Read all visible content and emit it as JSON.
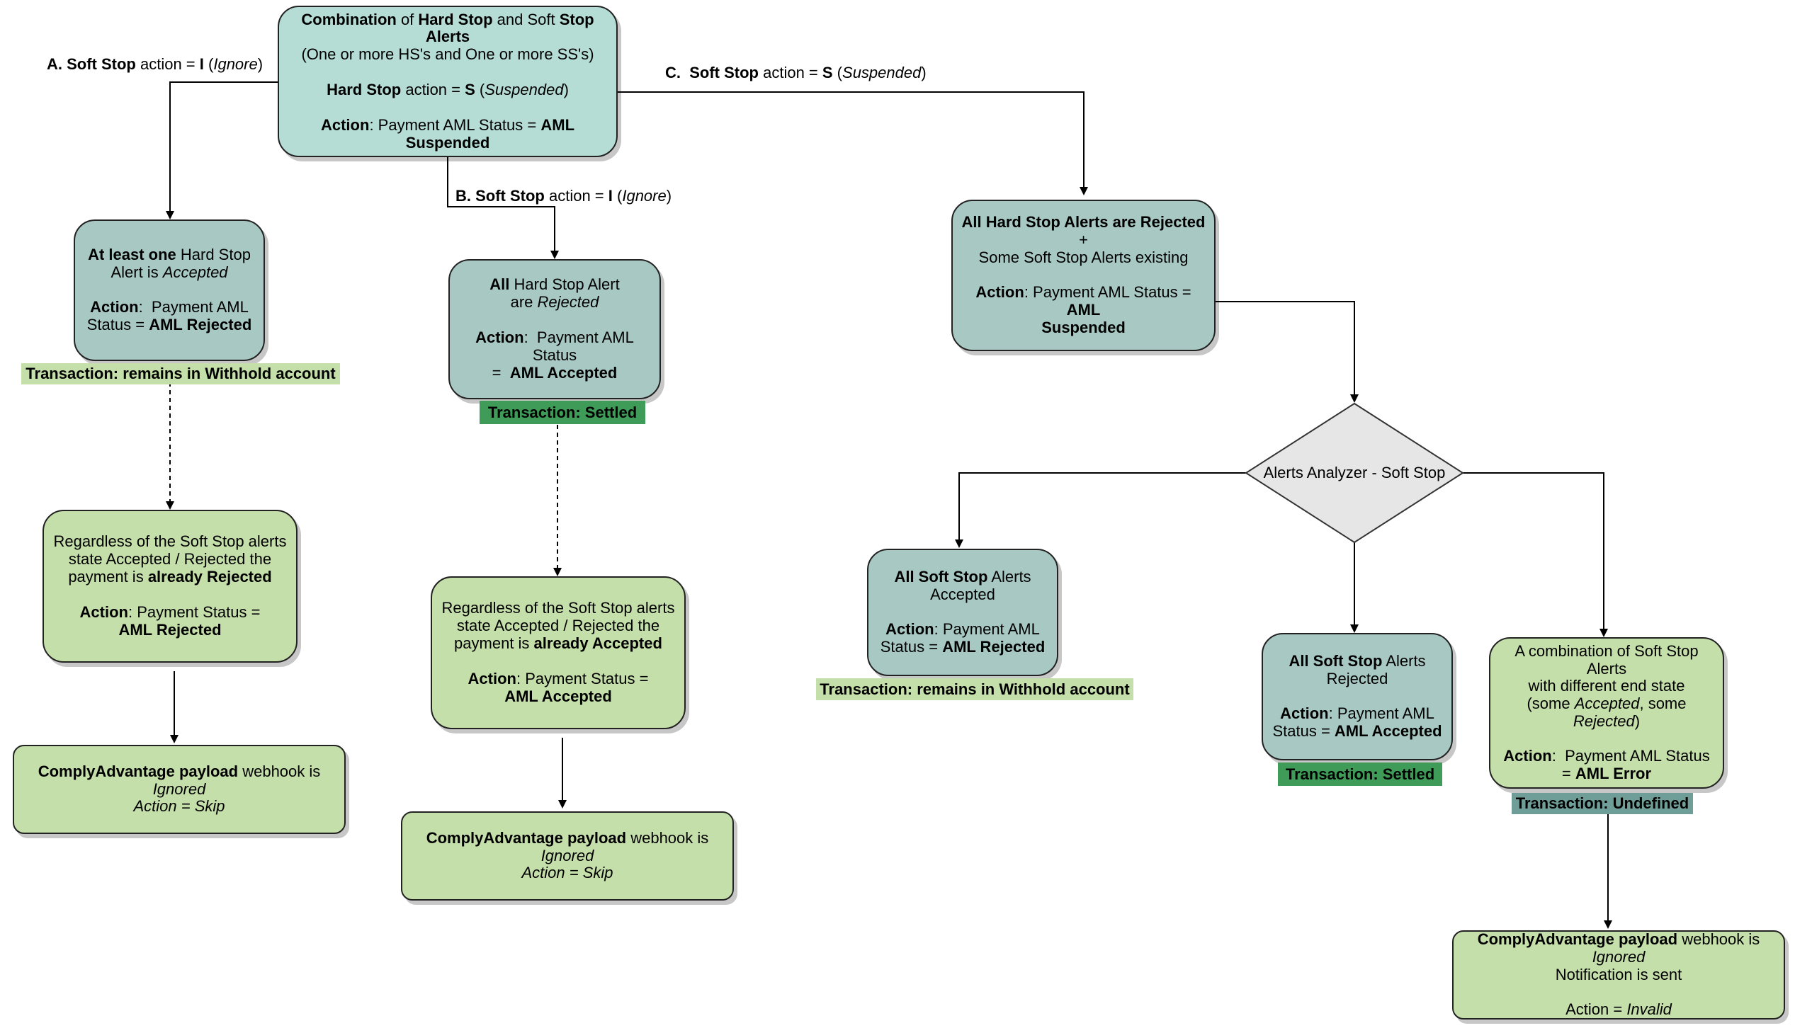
{
  "top": {
    "line1": "Combination of Hard Stop and Soft Stop Alerts",
    "line2": "(One or more HS's and One or more SS's)",
    "line3": "Hard Stop action = S (Suspended)",
    "line4": "Action: Payment AML Status = AML Suspended"
  },
  "edge_labels": {
    "a": "A. Soft Stop action = I (Ignore)",
    "b": "B. Soft Stop action = I (Ignore)",
    "c": "C.  Soft Stop action = S (Suspended)"
  },
  "branch_a": {
    "accepted_box": "At least one Hard Stop Alert is Accepted",
    "accepted_action": "Action:  Payment AML Status = AML Rejected",
    "transaction": "Transaction: remains in Withhold account",
    "regardless_box": "Regardless of the Soft Stop alerts state Accepted / Rejected the payment is already Rejected",
    "regardless_action": "Action: Payment Status = AML Rejected",
    "webhook": "ComplyAdvantage payload webhook is Ignored",
    "webhook_action": "Action = Skip"
  },
  "branch_b": {
    "rejected_box": "All Hard Stop Alert are Rejected",
    "rejected_action": "Action:  Payment AML Status =  AML Accepted",
    "transaction": "Transaction: Settled",
    "regardless_box": "Regardless of the Soft Stop alerts state Accepted / Rejected the payment is already Accepted",
    "regardless_action": "Action: Payment Status = AML Accepted",
    "webhook": "ComplyAdvantage payload webhook is Ignored",
    "webhook_action": "Action = Skip"
  },
  "branch_c": {
    "all_rejected_box": "All Hard Stop Alerts are Rejected + Some Soft Stop Alerts existing",
    "all_rejected_action": "Action: Payment AML Status = AML Suspended",
    "analyzer": "Alerts Analyzer - Soft Stop",
    "ss_accepted_box": "All Soft Stop Alerts Accepted",
    "ss_accepted_action": "Action: Payment AML Status = AML Rejected",
    "ss_accepted_transaction": "Transaction: remains in Withhold account",
    "ss_rejected_box": "All Soft Stop Alerts Rejected",
    "ss_rejected_action": "Action: Payment AML Status = AML Accepted",
    "ss_rejected_transaction": "Transaction: Settled",
    "combo_box": "A combination of Soft Stop Alerts with different end state (some Accepted, some Rejected)",
    "combo_action": "Action:  Payment AML Status = AML Error",
    "combo_transaction": "Transaction: Undefined",
    "webhook": "ComplyAdvantage payload webhook is Ignored",
    "notification": "Notification is sent",
    "webhook_action": "Action = Invalid"
  },
  "colors": {
    "top_box": "#b5ddd5",
    "decision_box": "#a8c9c3",
    "outcome_box": "#c5dfaa",
    "tag_light": "#c5dfaa",
    "tag_settled": "#3f9b58",
    "tag_undefined": "#6f9e99",
    "diamond": "#e6e6e6"
  }
}
